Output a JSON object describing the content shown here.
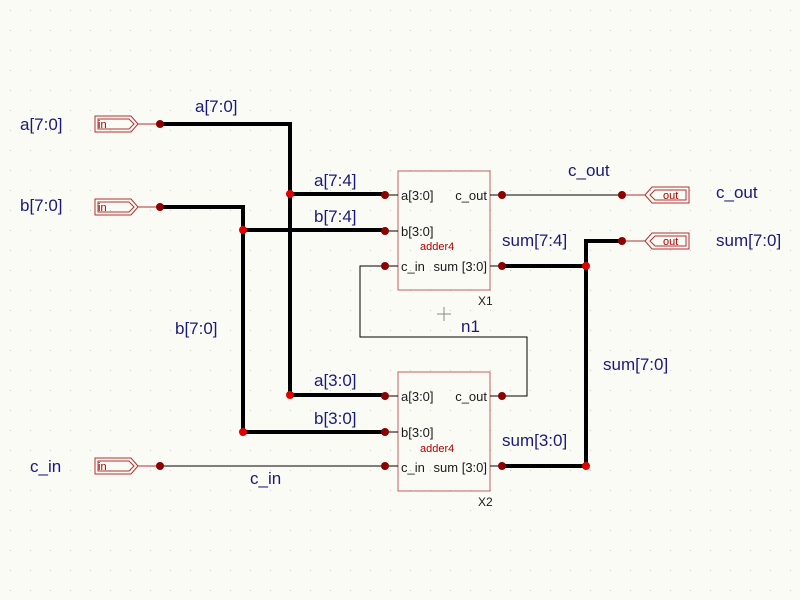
{
  "diagram": {
    "ports": {
      "a": "a[7:0]",
      "b": "b[7:0]",
      "c_in": "c_in",
      "c_out": "c_out",
      "sum": "sum[7:0]"
    },
    "connector_text": {
      "in": "in",
      "out": "out"
    },
    "nets": {
      "a_bus": "a[7:0]",
      "b_bus": "b[7:0]",
      "a_hi": "a[7:4]",
      "b_hi": "b[7:4]",
      "a_lo": "a[3:0]",
      "b_lo": "b[3:0]",
      "sum_hi": "sum[7:4]",
      "sum_lo": "sum[3:0]",
      "sum_bus": "sum[7:0]",
      "c_out": "c_out",
      "carry": "n1",
      "c_in": "c_in"
    },
    "blocks": [
      {
        "instance": "X1",
        "type": "adder4",
        "pins": {
          "a": "a[3:0]",
          "b": "b[3:0]",
          "cin": "c_in",
          "cout": "c_out",
          "sum": "sum [3:0]"
        }
      },
      {
        "instance": "X2",
        "type": "adder4",
        "pins": {
          "a": "a[3:0]",
          "b": "b[3:0]",
          "cin": "c_in",
          "cout": "c_out",
          "sum": "sum [3:0]"
        }
      }
    ]
  },
  "colors": {
    "wire": "#000000",
    "junction": "#e00000",
    "pin_dot": "#8b0000",
    "block_border": "#c06060",
    "connector": "#b03030",
    "grid": "#c8c8c8",
    "text": "#1a1a7a"
  }
}
